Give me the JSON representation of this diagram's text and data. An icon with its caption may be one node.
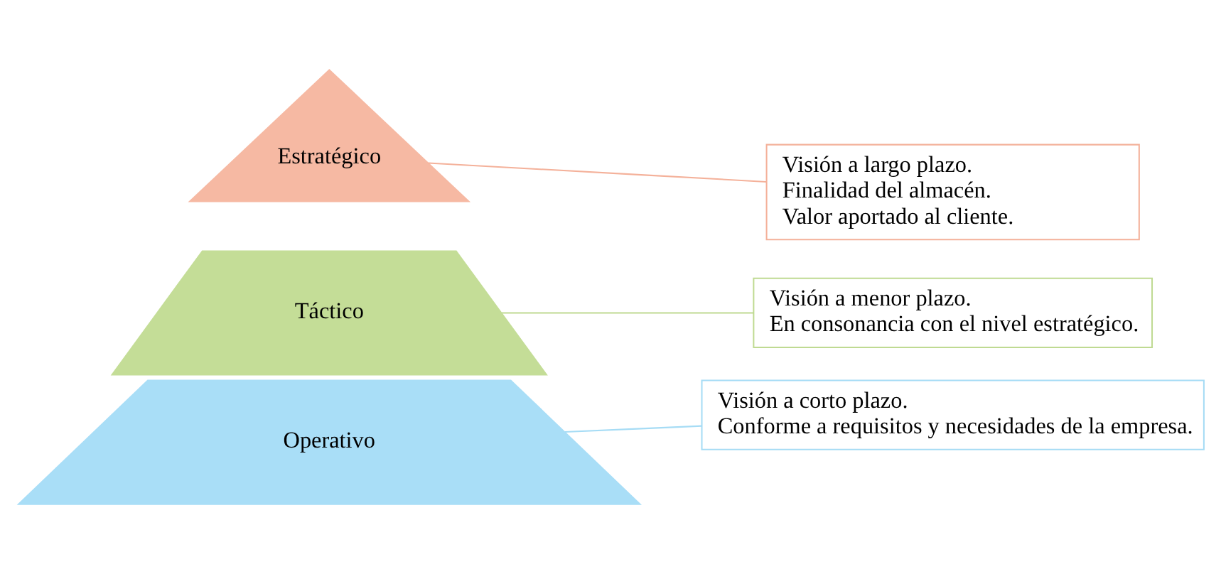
{
  "diagram": {
    "nodes": [
      {
        "text": [
          "Estratégico"
        ]
      },
      {
        "text": [
          "Visión a largo plazo.",
          "Finalidad del almacén.",
          "Valor aportado al cliente."
        ]
      },
      {
        "text": [
          "Táctico"
        ]
      },
      {
        "text": [
          "Visión a menor plazo.",
          "En consonancia con el nivel estratégico."
        ]
      },
      {
        "text": [
          "Operativo"
        ]
      },
      {
        "text": [
          "Visión a corto plazo.",
          "Conforme a requisitos y necesidades de la empresa."
        ]
      }
    ],
    "edges": [
      {
        "from": 0,
        "to": 1,
        "arrow": "none",
        "color": "#f4b19a"
      },
      {
        "from": 2,
        "to": 3,
        "arrow": "none",
        "color": "#bfda92"
      },
      {
        "from": 4,
        "to": 5,
        "arrow": "none",
        "color": "#a6dcf5"
      }
    ]
  }
}
